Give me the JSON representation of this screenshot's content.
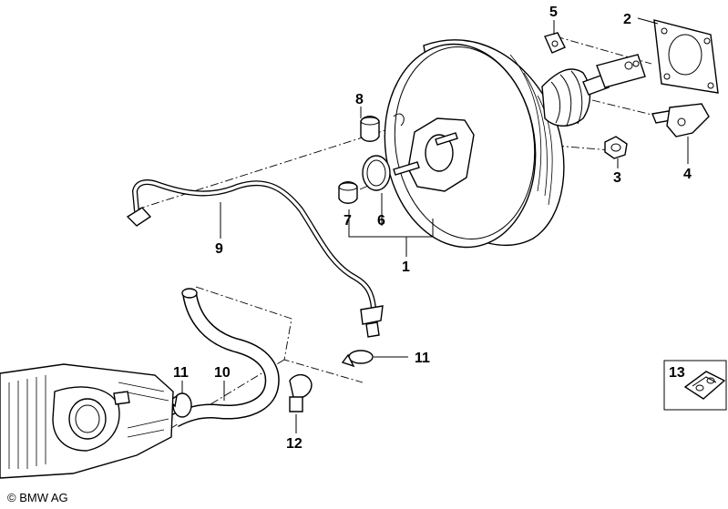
{
  "diagram": {
    "callouts": {
      "p1": "1",
      "p2": "2",
      "p3": "3",
      "p4": "4",
      "p5": "5",
      "p6": "6",
      "p7": "7",
      "p8": "8",
      "p9": "9",
      "p10": "10",
      "p11a": "11",
      "p11b": "11",
      "p12": "12",
      "p13": "13"
    },
    "copyright": "© BMW AG"
  }
}
